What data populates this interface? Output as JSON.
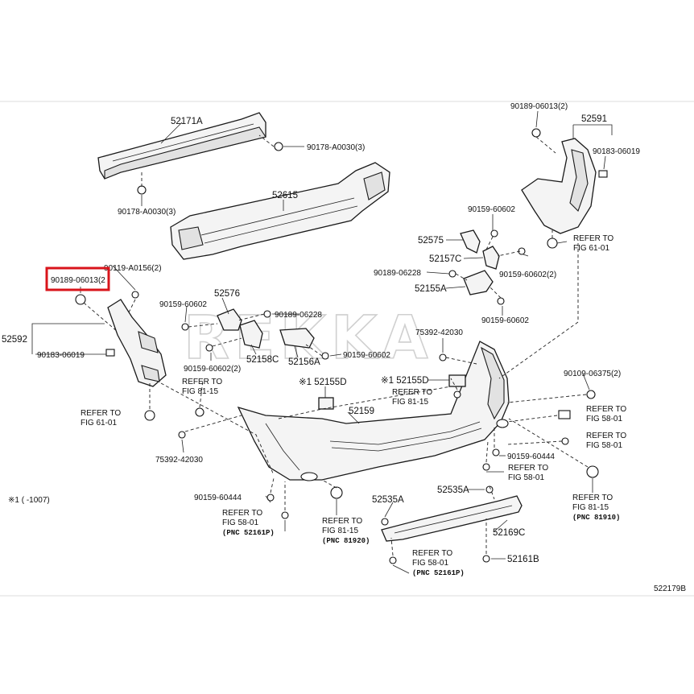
{
  "watermark": "REKKA",
  "labels": {
    "l52171A": "52171A",
    "l90178_3a": "90178-A0030(3)",
    "l90178_3b": "90178-A0030(3)",
    "l52615": "52615",
    "l90189_top": "90189-06013(2)",
    "l52591": "52591",
    "l90183_r": "90183-06019",
    "l90159_a": "90159-60602",
    "l52575": "52575",
    "l52157C": "52157C",
    "l90159_b": "90159-60602(2)",
    "l90189_06228a": "90189-06228",
    "l52155A": "52155A",
    "l90159_c": "90159-60602",
    "l90189_boxed": "90189-06013(2",
    "l90119": "90119-A0156(2)",
    "l90159_d": "90159-60602",
    "l52576": "52576",
    "l90189_06228b": "90189-06228",
    "l52592": "52592",
    "l90183_l": "90183-06019",
    "l52158C": "52158C",
    "l52156A": "52156A",
    "l90159_e": "90159-60602",
    "l90159_f": "90159-60602(2)",
    "l75392_a": "75392-42030",
    "l52155D": "※1 52155D",
    "l52155D2": "※1 52155D",
    "l90109": "90109-06375(2)",
    "l52159": "52159",
    "l75392_b": "75392-42030",
    "l90159_60444a": "90159-60444",
    "l90159_60444b": "90159-60444",
    "l52535A_r": "52535A",
    "l52535A_b": "52535A",
    "l52169C": "52169C",
    "l52161B": "52161B",
    "note1": "※1 (      -1007)",
    "diagram_code": "522179B"
  },
  "refs": {
    "r1a": "REFER TO",
    "r1b": "FIG 61-01",
    "r2a": "REFER TO",
    "r2b": "FIG 61-01",
    "r3a": "REFER TO",
    "r3b": "FIG 81-15",
    "r4a": "REFER TO",
    "r4b": "FIG 81-15",
    "r5a": "REFER TO",
    "r5b": "FIG 58-01",
    "r6a": "REFER TO",
    "r6b": "FIG 58-01",
    "r7a": "REFER TO",
    "r7b": "FIG 58-01",
    "r8a": "REFER TO",
    "r8b": "FIG 81-15",
    "r8c": "(PNC 81910)",
    "r9a": "REFER TO",
    "r9b": "FIG 58-01",
    "r9c": "(PNC 52161P)",
    "r10a": "REFER TO",
    "r10b": "FIG 81-15",
    "r10c": "(PNC 81920)",
    "r11a": "REFER TO",
    "r11b": "FIG 58-01",
    "r11c": "(PNC 52161P)"
  },
  "highlight_color": "#d9141b"
}
